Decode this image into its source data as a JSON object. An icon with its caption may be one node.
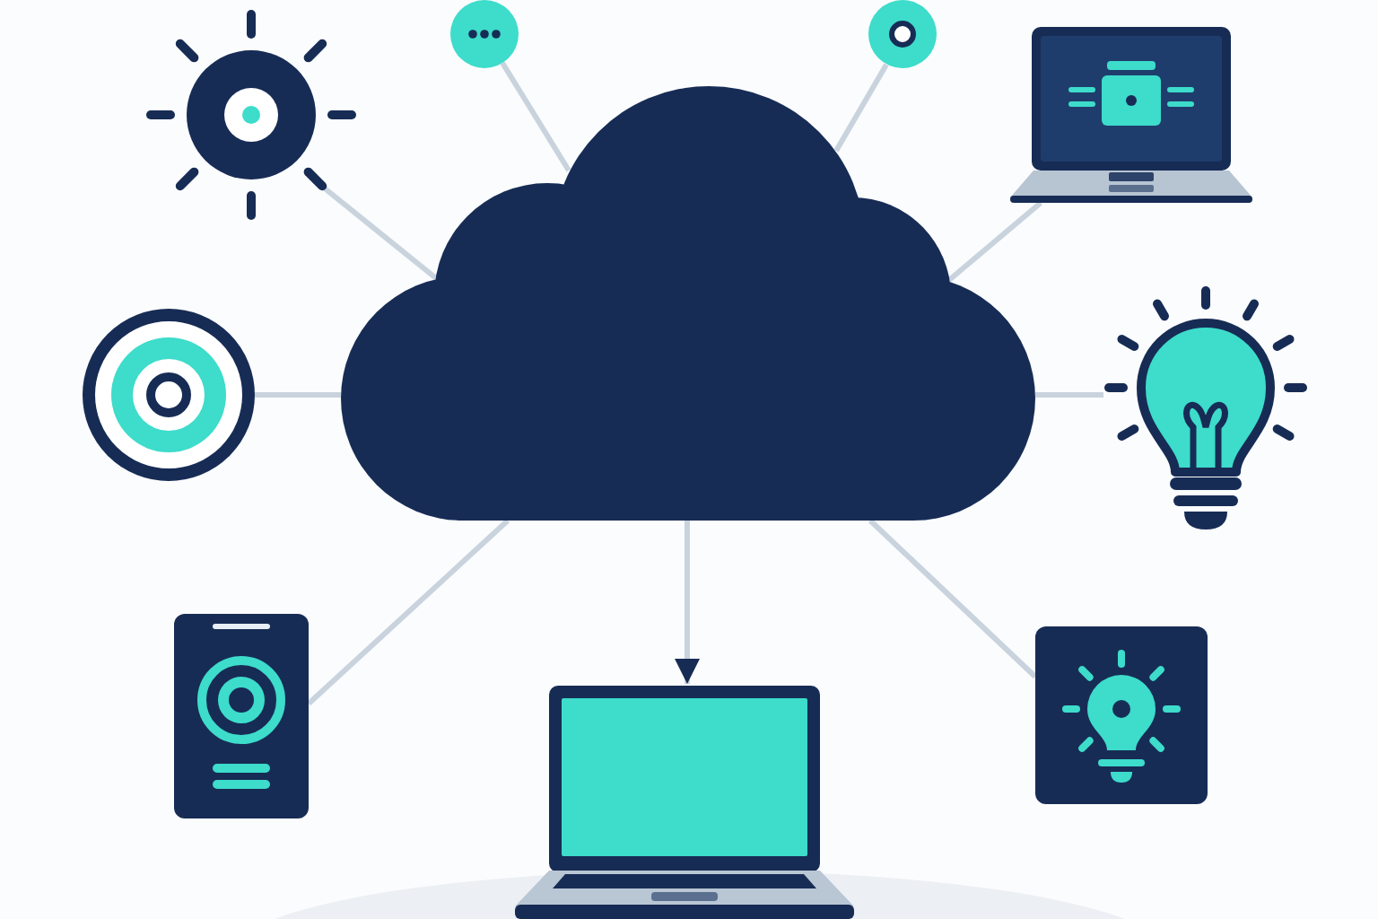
{
  "diagram": {
    "nodes": [
      {
        "text": [],
        "shape": "sun"
      },
      {
        "text": [],
        "shape": "circle"
      },
      {
        "text": [],
        "shape": "circle"
      },
      {
        "text": [],
        "shape": "laptop"
      },
      {
        "text": [],
        "shape": "target"
      },
      {
        "text": [],
        "shape": "cloud"
      },
      {
        "text": [],
        "shape": "lightbulb"
      },
      {
        "text": [],
        "shape": "phone"
      },
      {
        "text": [],
        "shape": "laptop"
      },
      {
        "text": [],
        "shape": "box"
      }
    ],
    "edges": [
      {
        "from": 5,
        "to": 0,
        "arrow": "none"
      },
      {
        "from": 5,
        "to": 1,
        "arrow": "none"
      },
      {
        "from": 5,
        "to": 2,
        "arrow": "none"
      },
      {
        "from": 5,
        "to": 3,
        "arrow": "none"
      },
      {
        "from": 5,
        "to": 4,
        "arrow": "none"
      },
      {
        "from": 5,
        "to": 6,
        "arrow": "none"
      },
      {
        "from": 5,
        "to": 7,
        "arrow": "none"
      },
      {
        "from": 5,
        "to": 8,
        "arrow": "to"
      },
      {
        "from": 5,
        "to": 9,
        "arrow": "none"
      }
    ]
  }
}
